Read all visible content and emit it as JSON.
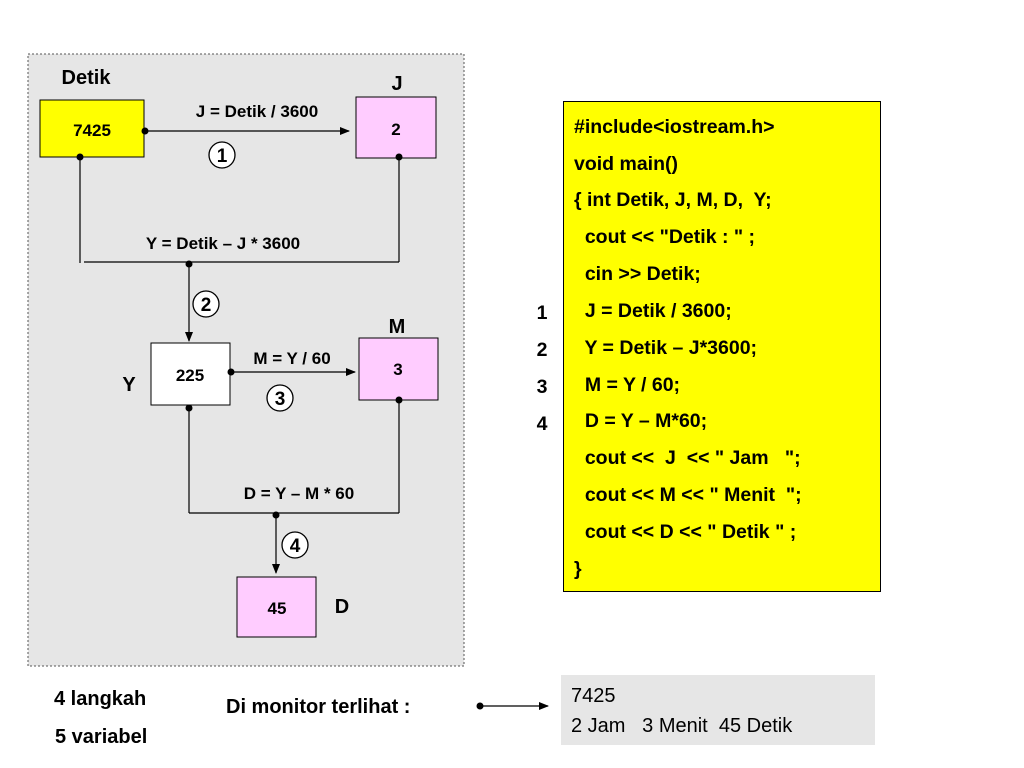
{
  "flow": {
    "detik": {
      "label": "Detik",
      "value": "7425"
    },
    "j": {
      "label": "J",
      "value": "2"
    },
    "y": {
      "label": "Y",
      "value": "225"
    },
    "m": {
      "label": "M",
      "value": "3"
    },
    "d": {
      "label": "D",
      "value": "45"
    },
    "formula_j": "J = Detik / 3600",
    "formula_y": "Y = Detik – J * 3600",
    "formula_m": "M = Y / 60",
    "formula_d": "D = Y – M * 60",
    "steps": [
      "1",
      "2",
      "3",
      "4"
    ]
  },
  "code": {
    "lines": [
      "#include<iostream.h>",
      "void main()",
      "{ int Detik, J, M, D,  Y;",
      "  cout << \"Detik : \" ;",
      "  cin >> Detik;",
      "  J = Detik / 3600;",
      "  Y = Detik – J*3600;",
      "  M = Y / 60;",
      "  D = Y – M*60;",
      "  cout <<  J  << \" Jam   \";",
      "  cout << M << \" Menit  \";",
      "  cout << D << \" Detik \" ;",
      "}"
    ],
    "line_numbers": [
      "1",
      "2",
      "3",
      "4"
    ]
  },
  "notes": {
    "steps_count": "4 langkah",
    "vars_count": "5 variabel"
  },
  "monitor": {
    "label": "Di monitor terlihat :",
    "line1": "7425",
    "line2": "2 Jam   3 Menit  45 Detik"
  },
  "colors": {
    "yellow": "#ffff00",
    "pink": "#ffccff",
    "panel": "#e6e6e6",
    "white": "#ffffff"
  }
}
